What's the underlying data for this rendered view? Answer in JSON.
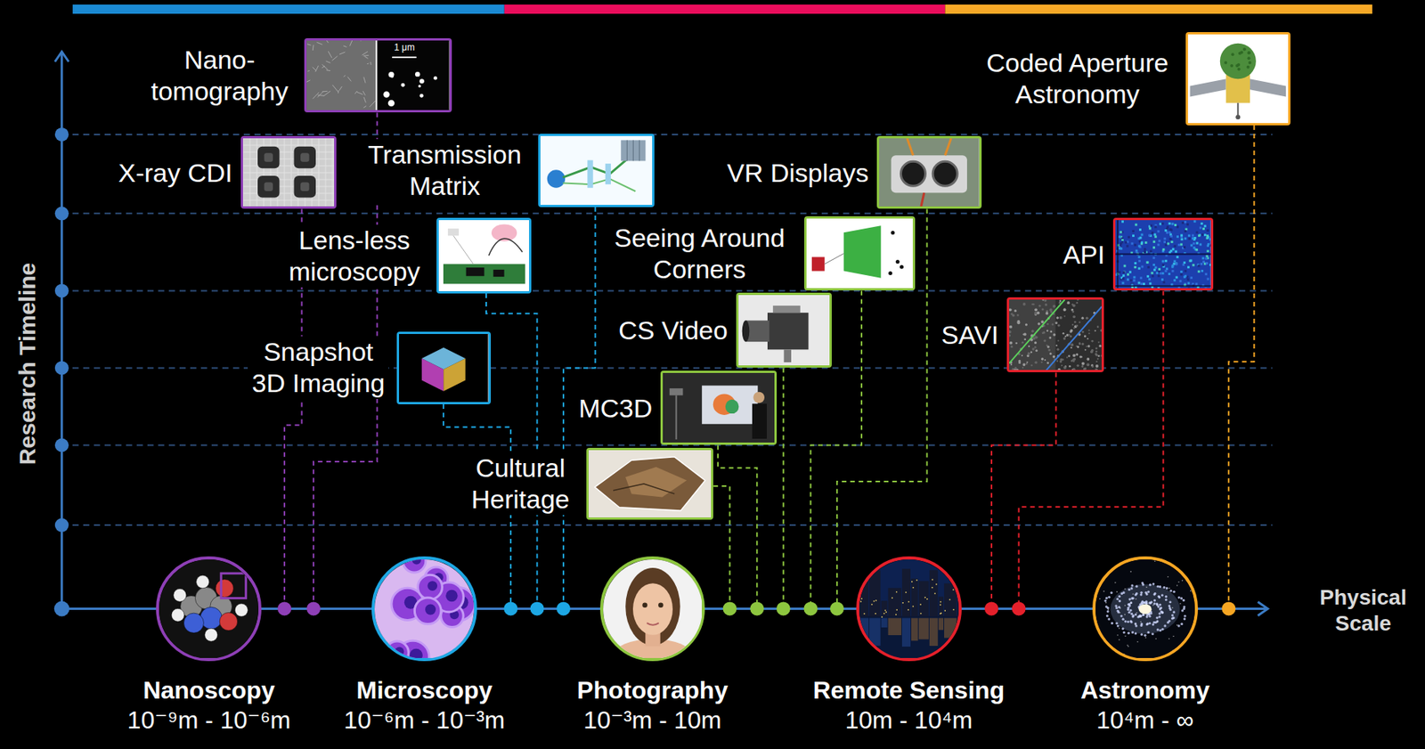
{
  "diagram": {
    "nodes": [
      {
        "text": [
          "Nano- tomography"
        ]
      },
      {
        "text": [
          "Coded Aperture Astronomy"
        ]
      },
      {
        "text": [
          "X-ray CDI"
        ]
      },
      {
        "text": [
          "Transmission Matrix"
        ]
      },
      {
        "text": [
          "VR Displays"
        ]
      },
      {
        "text": [
          "Lens-less microscopy"
        ]
      },
      {
        "text": [
          "Seeing Around Corners"
        ]
      },
      {
        "text": [
          "API"
        ]
      },
      {
        "text": [
          "CS Video"
        ]
      },
      {
        "text": [
          "SAVI"
        ]
      },
      {
        "text": [
          "Snapshot 3D Imaging"
        ]
      },
      {
        "text": [
          "MC3D"
        ]
      },
      {
        "text": [
          "Cultural Heritage"
        ]
      },
      {
        "text": [
          "Nanoscopy",
          "10⁻⁹m - 10⁻⁶m"
        ]
      },
      {
        "text": [
          "Microscopy",
          "10⁻⁶m - 10⁻³m"
        ]
      },
      {
        "text": [
          "Photography",
          "10⁻³m - 10m"
        ]
      },
      {
        "text": [
          "Remote Sensing",
          "10m - 10⁴m"
        ]
      },
      {
        "text": [
          "Astronomy",
          "10⁴m - ∞"
        ]
      }
    ],
    "labels": [
      "Research Timeline",
      "Physical Scale",
      "1 μm"
    ]
  }
}
